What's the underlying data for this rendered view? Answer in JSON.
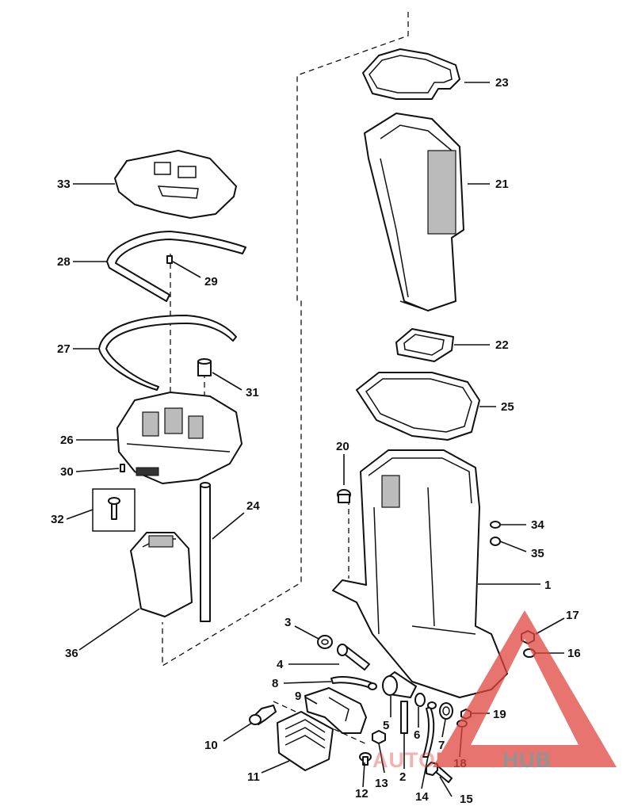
{
  "diagram": {
    "callouts": [
      "1",
      "2",
      "3",
      "4",
      "5",
      "6",
      "7",
      "8",
      "9",
      "10",
      "11",
      "12",
      "13",
      "14",
      "15",
      "16",
      "17",
      "18",
      "19",
      "20",
      "21",
      "22",
      "23",
      "24",
      "25",
      "26",
      "27",
      "28",
      "29",
      "30",
      "31",
      "32",
      "33",
      "34",
      "35",
      "36"
    ]
  },
  "watermark": {
    "auto": "AUTO",
    "moto": "MOTO",
    "hub": "HUB",
    "colors": {
      "red": "#e0463f",
      "gray": "#6f6f6f"
    }
  }
}
